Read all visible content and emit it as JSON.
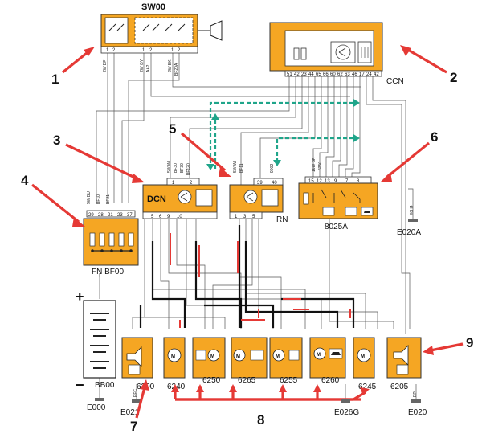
{
  "callouts": [
    "1",
    "2",
    "3",
    "4",
    "5",
    "6",
    "7",
    "8",
    "9"
  ],
  "modules": {
    "sw00": "SW00",
    "ccn": "CCN",
    "dcn": "DCN",
    "rn": "RN",
    "m8025a": "8025A",
    "fn": "FN BF00",
    "bb00": "BB00"
  },
  "components": {
    "c6200": "6200",
    "c6240": "6240",
    "c6250": "6250",
    "c6265": "6265",
    "c6255": "6255",
    "c6260": "6260",
    "c6245": "6245",
    "c6205": "6205"
  },
  "grounds": {
    "e000": "E000",
    "e021": "E021",
    "e020a": "E020A",
    "e026g": "E026G",
    "e020": "E020"
  },
  "battery": {
    "plus": "+",
    "minus": "−"
  },
  "pins": {
    "sw00": [
      "1",
      "2",
      "1",
      "2"
    ],
    "ccn": [
      "51",
      "42",
      "23",
      "44",
      "65",
      "66",
      "60",
      "62",
      "63",
      "46",
      "17",
      "24",
      "42"
    ],
    "dcn": [
      "1",
      "2"
    ],
    "dcn_bottom": [
      "5",
      "6",
      "9",
      "10"
    ],
    "rn": [
      "39",
      "40"
    ],
    "rn_bottom": [
      "1",
      "3",
      "5"
    ],
    "m8025a": [
      "15",
      "12",
      "13",
      "9",
      "7",
      "8"
    ],
    "fn": [
      "29",
      "28",
      "21",
      "23",
      "37"
    ]
  },
  "wire_codes": {
    "sw00_a": "2W BF",
    "sw00_b": "2W GY",
    "sw00_c": "AA2",
    "sw00_d": "2W BK",
    "sw00_e": "BF20A",
    "fn_a": "5W BU",
    "fn_b": "BF10",
    "fn_c": "BF21",
    "dcn_a": "5W WI",
    "dcn_b": "BF30",
    "dcn_c": "BF39",
    "dcn_d": "BF120",
    "rn_a": "5W WI",
    "rn_b": "BF11",
    "rn_c": "9002",
    "m8025_a": "16W BK",
    "m8025_b": "6250",
    "e021_w": "EFC",
    "e020a_w": "E0H4",
    "e020_w": "EP"
  }
}
